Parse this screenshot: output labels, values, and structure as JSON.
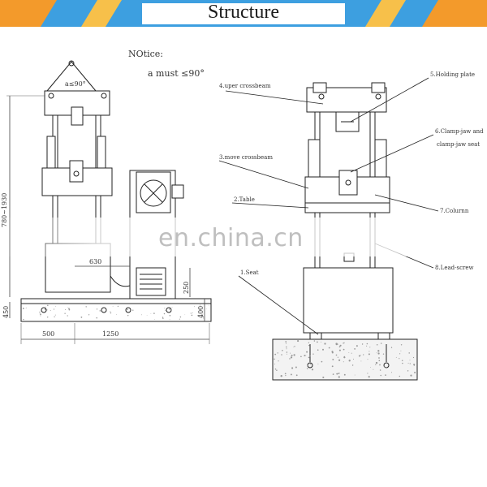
{
  "header": {
    "title": "Structure",
    "bar_color": "#3d9fe0",
    "accent_left": "#f39a2b",
    "accent_right": "#f7c04a"
  },
  "notice": {
    "title": "NOtice:",
    "rule": "a  must ≤90°",
    "angle_label": "a≤90°"
  },
  "dimensions": {
    "height_range": "780~1930",
    "depth_630": "630",
    "dim_450": "450",
    "dim_250": "250",
    "dim_400": "400",
    "dim_500": "500",
    "dim_1250": "1250"
  },
  "parts": [
    {
      "label": "4.uper crossbeam"
    },
    {
      "label": "5.Holding plate"
    },
    {
      "label": "6.Clamp-jaw and"
    },
    {
      "label": "clamp-jaw seat"
    },
    {
      "label": "3.move crossbeam"
    },
    {
      "label": "2.Table"
    },
    {
      "label": "7.Colurnn"
    },
    {
      "label": "8.Lead-screw"
    },
    {
      "label": "1.Seat"
    }
  ],
  "watermark": "en.china.cn"
}
